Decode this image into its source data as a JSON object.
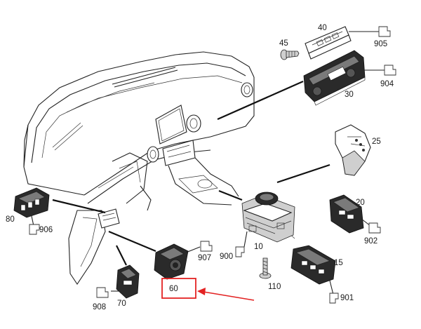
{
  "labels": {
    "p10": "10",
    "p15": "15",
    "p20": "20",
    "p25": "25",
    "p30": "30",
    "p40": "40",
    "p45": "45",
    "p60": "60",
    "p70": "70",
    "p80": "80",
    "p110": "110",
    "p900": "900",
    "p901": "901",
    "p902": "902",
    "p904": "904",
    "p905": "905",
    "p906": "906",
    "p907": "907",
    "p908": "908"
  },
  "colors": {
    "highlight": "#e32222",
    "line": "#222222"
  },
  "callouts": [
    {
      "box_label": "p60",
      "callout_color": "highlight"
    }
  ],
  "components": [
    {
      "ref": "p10",
      "icon": "controller-unit-icon"
    },
    {
      "ref": "p15",
      "icon": "switch-panel-icon"
    },
    {
      "ref": "p20",
      "icon": "switch-block-icon"
    },
    {
      "ref": "p25",
      "icon": "gear-selector-icon"
    },
    {
      "ref": "p30",
      "icon": "climate-control-panel-icon"
    },
    {
      "ref": "p40",
      "icon": "trim-strip-icon"
    },
    {
      "ref": "p45",
      "icon": "screw-icon"
    },
    {
      "ref": "p60",
      "icon": "light-switch-icon"
    },
    {
      "ref": "p70",
      "icon": "switch-module-icon"
    },
    {
      "ref": "p80",
      "icon": "switch-module-icon"
    },
    {
      "ref": "p110",
      "icon": "screw-icon"
    }
  ]
}
